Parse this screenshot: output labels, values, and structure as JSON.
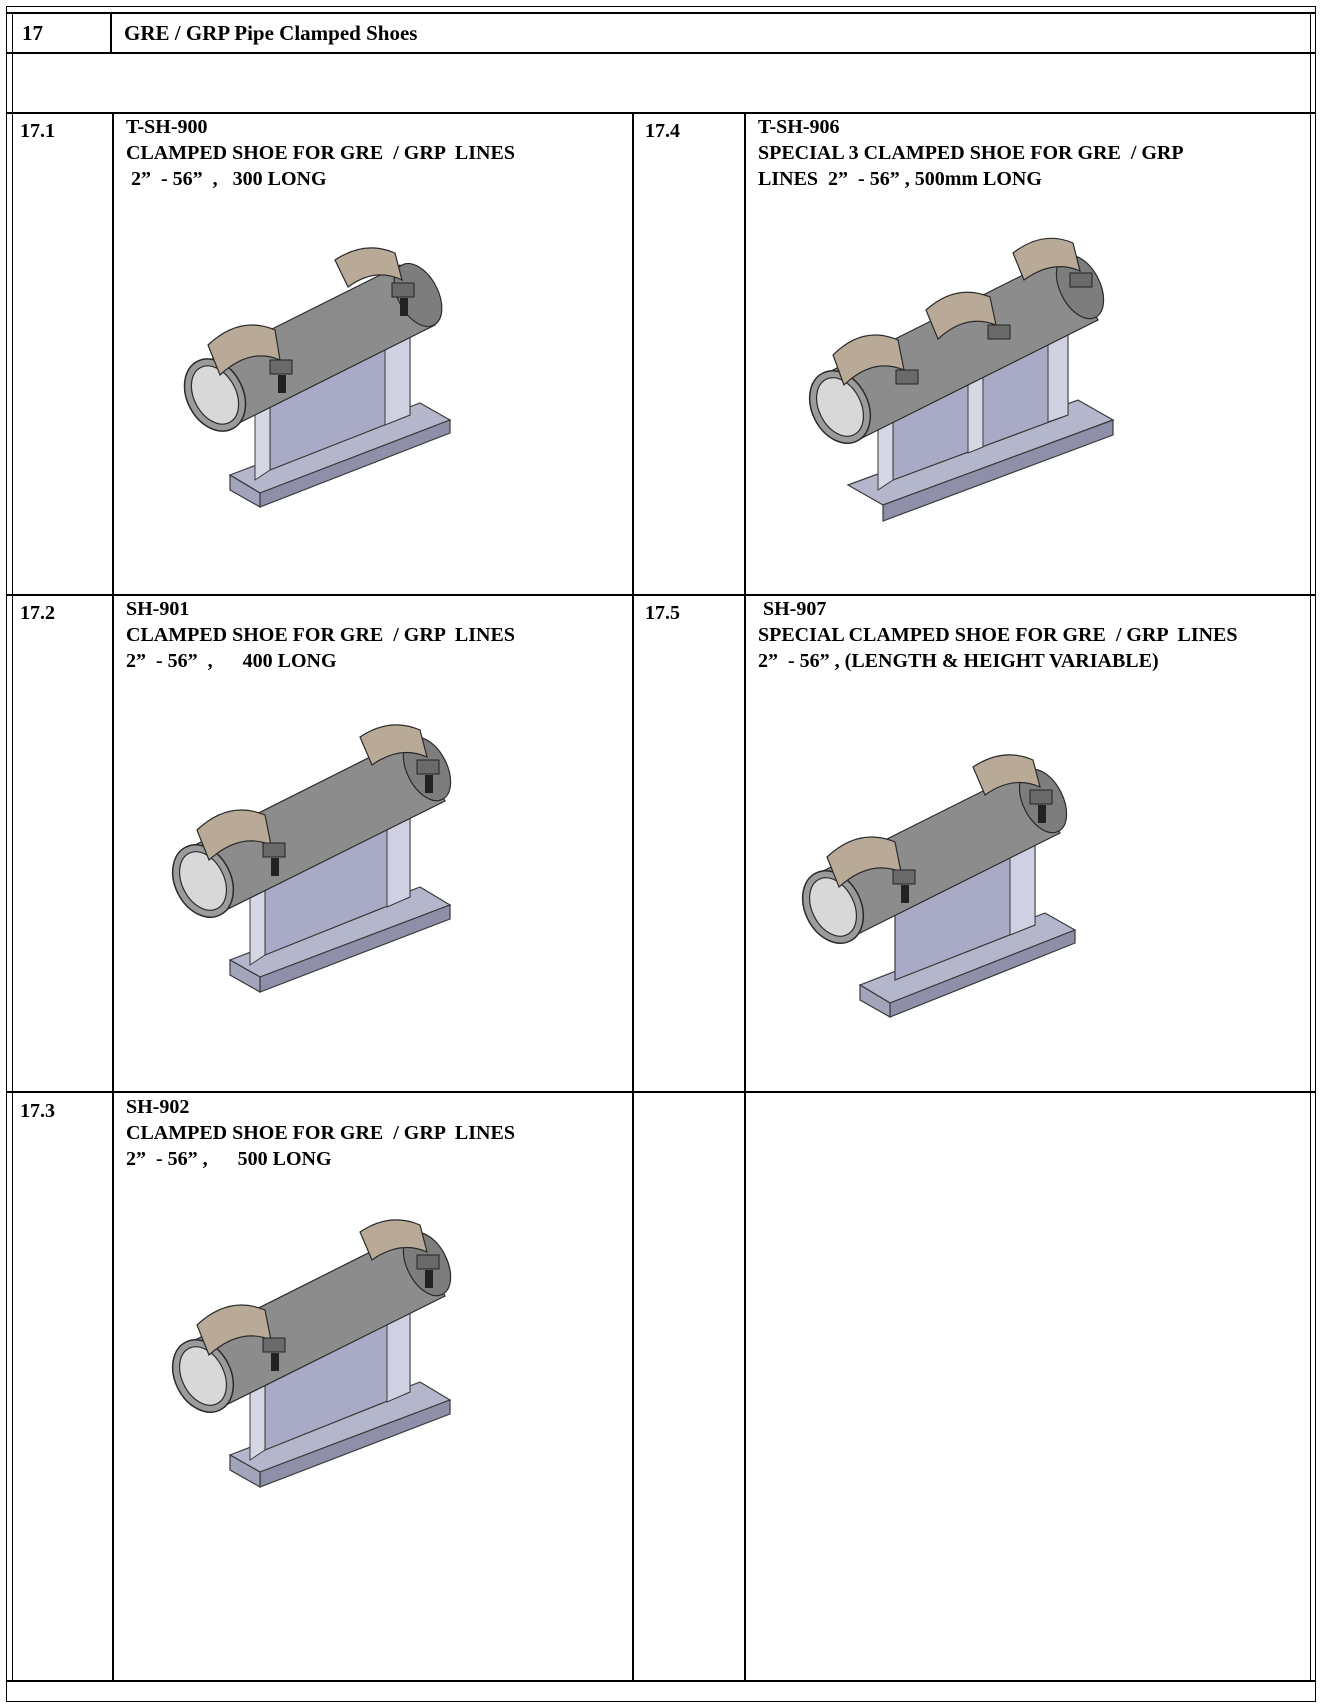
{
  "section": {
    "number": "17",
    "title": "GRE / GRP Pipe Clamped Shoes"
  },
  "items": [
    {
      "num": "17.1",
      "code": "T-SH-900",
      "line1": "CLAMPED SHOE FOR GRE  / GRP  LINES",
      "line2": " 2”  - 56”  ,   300 LONG"
    },
    {
      "num": "17.4",
      "code": "T-SH-906",
      "line1": "SPECIAL 3 CLAMPED SHOE FOR GRE  / GRP",
      "line2": "LINES  2”  - 56” , 500mm LONG"
    },
    {
      "num": "17.2",
      "code": "SH-901",
      "line1": "CLAMPED SHOE FOR GRE  / GRP  LINES",
      "line2": "2”  - 56”  ,      400 LONG"
    },
    {
      "num": "17.5",
      "code": " SH-907",
      "line1": "SPECIAL CLAMPED SHOE FOR GRE  / GRP  LINES",
      "line2": "2”  - 56” , (LENGTH & HEIGHT VARIABLE)"
    },
    {
      "num": "17.3",
      "code": "SH-902",
      "line1": "CLAMPED SHOE FOR GRE  / GRP  LINES",
      "line2": "2”  - 56” ,      500 LONG"
    }
  ],
  "colors": {
    "pipe": "#8c8c8c",
    "clamp": "#b9aa98",
    "shoe": "#b4b6cc",
    "rule": "#000000"
  }
}
